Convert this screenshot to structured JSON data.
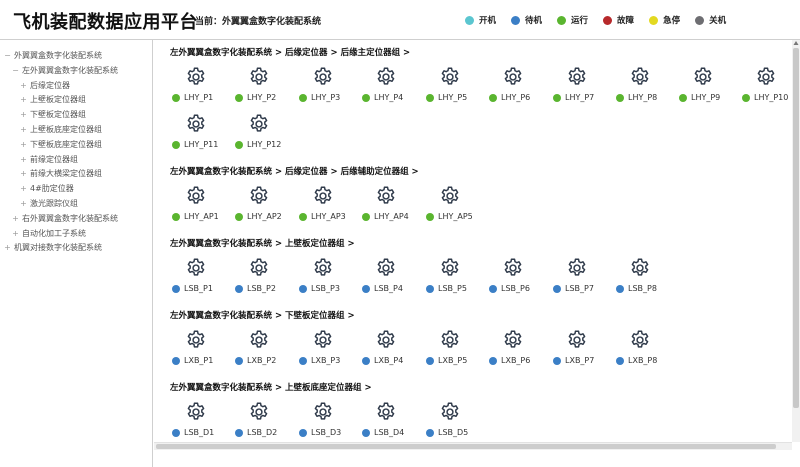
{
  "app": {
    "title": "飞机装配数据应用平台",
    "current_label": "当前：外翼翼盒数字化装配系统"
  },
  "colors": {
    "on": "#5bc6d0",
    "standby": "#3b7fc6",
    "running": "#5ab52f",
    "fault": "#b7292b",
    "stopped": "#e3d921",
    "off": "#6e6e72"
  },
  "legend": [
    {
      "label": "开机",
      "status": "on"
    },
    {
      "label": "待机",
      "status": "standby"
    },
    {
      "label": "运行",
      "status": "running"
    },
    {
      "label": "故障",
      "status": "fault"
    },
    {
      "label": "急停",
      "status": "stopped"
    },
    {
      "label": "关机",
      "status": "off"
    }
  ],
  "tree": [
    {
      "label": "外翼翼盒数字化装配系统",
      "toggle": "−",
      "level": 0
    },
    {
      "label": "左外翼翼盒数字化装配系统",
      "toggle": "−",
      "level": 1
    },
    {
      "label": "后缘定位器",
      "toggle": "+",
      "level": 2
    },
    {
      "label": "上壁板定位器组",
      "toggle": "+",
      "level": 2
    },
    {
      "label": "下壁板定位器组",
      "toggle": "+",
      "level": 2
    },
    {
      "label": "上壁板底座定位器组",
      "toggle": "+",
      "level": 2
    },
    {
      "label": "下壁板底座定位器组",
      "toggle": "+",
      "level": 2
    },
    {
      "label": "前缘定位器组",
      "toggle": "+",
      "level": 2
    },
    {
      "label": "前缘大横梁定位器组",
      "toggle": "+",
      "level": 2
    },
    {
      "label": "4#肋定位器",
      "toggle": "+",
      "level": 2
    },
    {
      "label": "激光跟踪仪组",
      "toggle": "+",
      "level": 2
    },
    {
      "label": "右外翼翼盒数字化装配系统",
      "toggle": "+",
      "level": 1
    },
    {
      "label": "自动化加工子系统",
      "toggle": "+",
      "level": 1
    },
    {
      "label": "机翼对接数字化装配系统",
      "toggle": "+",
      "level": 0
    }
  ],
  "sections": [
    {
      "title": "左外翼翼盒数字化装配系统 > 后缘定位器 > 后缘主定位器组 >",
      "devices": [
        {
          "name": "LHY_P1",
          "status": "running"
        },
        {
          "name": "LHY_P2",
          "status": "running"
        },
        {
          "name": "LHY_P3",
          "status": "running"
        },
        {
          "name": "LHY_P4",
          "status": "running"
        },
        {
          "name": "LHY_P5",
          "status": "running"
        },
        {
          "name": "LHY_P6",
          "status": "running"
        },
        {
          "name": "LHY_P7",
          "status": "running"
        },
        {
          "name": "LHY_P8",
          "status": "running"
        },
        {
          "name": "LHY_P9",
          "status": "running"
        },
        {
          "name": "LHY_P10",
          "status": "running"
        },
        {
          "name": "LHY_P11",
          "status": "running"
        },
        {
          "name": "LHY_P12",
          "status": "running"
        }
      ]
    },
    {
      "title": "左外翼翼盒数字化装配系统 > 后缘定位器 > 后缘辅助定位器组 >",
      "devices": [
        {
          "name": "LHY_AP1",
          "status": "running"
        },
        {
          "name": "LHY_AP2",
          "status": "running"
        },
        {
          "name": "LHY_AP3",
          "status": "running"
        },
        {
          "name": "LHY_AP4",
          "status": "running"
        },
        {
          "name": "LHY_AP5",
          "status": "running"
        }
      ]
    },
    {
      "title": "左外翼翼盒数字化装配系统 > 上壁板定位器组 >",
      "devices": [
        {
          "name": "LSB_P1",
          "status": "standby"
        },
        {
          "name": "LSB_P2",
          "status": "standby"
        },
        {
          "name": "LSB_P3",
          "status": "standby"
        },
        {
          "name": "LSB_P4",
          "status": "standby"
        },
        {
          "name": "LSB_P5",
          "status": "standby"
        },
        {
          "name": "LSB_P6",
          "status": "standby"
        },
        {
          "name": "LSB_P7",
          "status": "standby"
        },
        {
          "name": "LSB_P8",
          "status": "standby"
        }
      ]
    },
    {
      "title": "左外翼翼盒数字化装配系统 > 下壁板定位器组 >",
      "devices": [
        {
          "name": "LXB_P1",
          "status": "standby"
        },
        {
          "name": "LXB_P2",
          "status": "standby"
        },
        {
          "name": "LXB_P3",
          "status": "standby"
        },
        {
          "name": "LXB_P4",
          "status": "standby"
        },
        {
          "name": "LXB_P5",
          "status": "standby"
        },
        {
          "name": "LXB_P6",
          "status": "standby"
        },
        {
          "name": "LXB_P7",
          "status": "standby"
        },
        {
          "name": "LXB_P8",
          "status": "standby"
        }
      ]
    },
    {
      "title": "左外翼翼盒数字化装配系统 > 上壁板底座定位器组 >",
      "devices": [
        {
          "name": "LSB_D1",
          "status": "standby"
        },
        {
          "name": "LSB_D2",
          "status": "standby"
        },
        {
          "name": "LSB_D3",
          "status": "standby"
        },
        {
          "name": "LSB_D4",
          "status": "standby"
        },
        {
          "name": "LSB_D5",
          "status": "standby"
        }
      ]
    },
    {
      "title": "左外翼翼盒数字化装配系统 > 下壁板底座定位器组 >",
      "devices": []
    }
  ]
}
